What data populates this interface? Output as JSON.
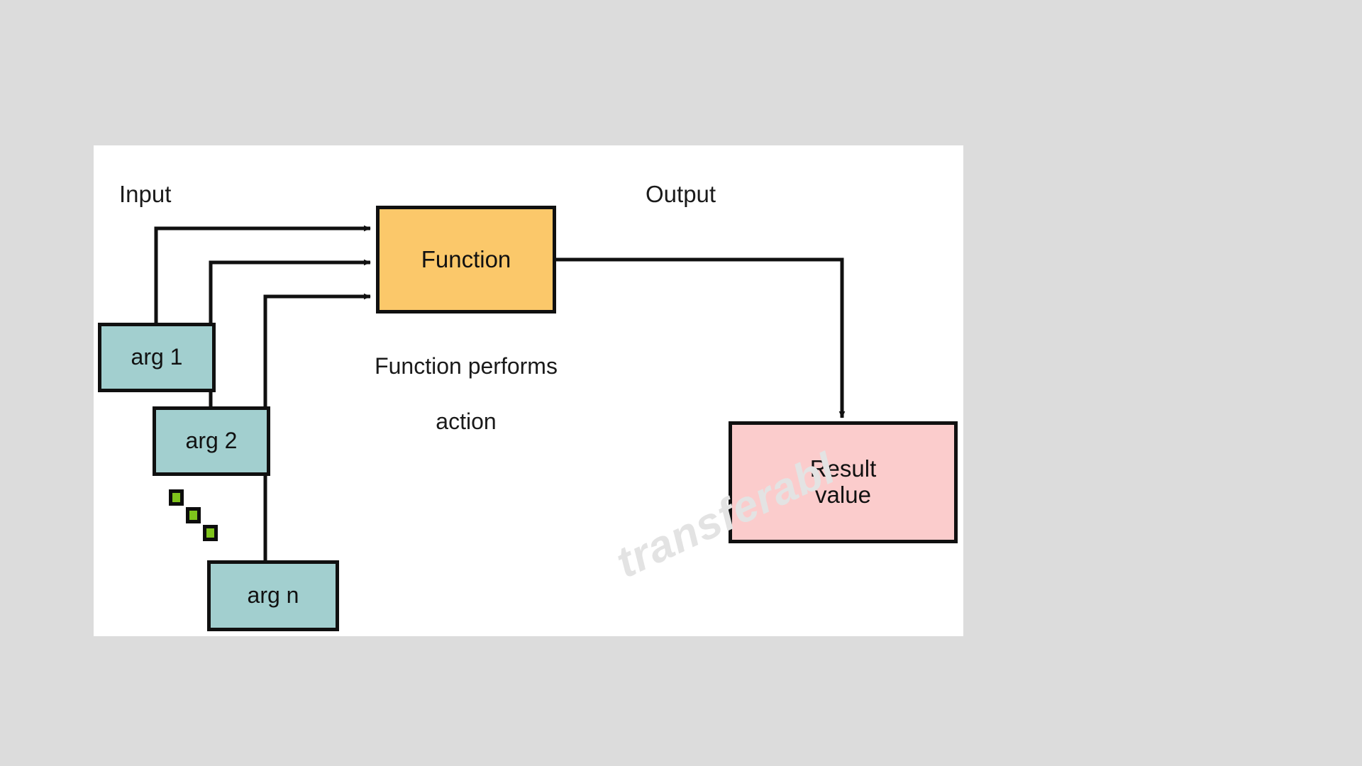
{
  "canvas": {
    "background": "#ffffff",
    "page_background": "#dcdcdc"
  },
  "labels": {
    "input": "Input",
    "output": "Output"
  },
  "nodes": {
    "function": {
      "label": "Function",
      "fill": "#fbc86a",
      "stroke": "#101010"
    },
    "result": {
      "label": "Result\nvalue",
      "line1": "Result",
      "line2": "value",
      "fill": "#fbcccc",
      "stroke": "#101010"
    },
    "args": [
      {
        "label": "arg 1",
        "fill": "#a2cfcf"
      },
      {
        "label": "arg 2",
        "fill": "#a2cfcf"
      },
      {
        "label": "arg n",
        "fill": "#a2cfcf"
      }
    ]
  },
  "caption": {
    "text": "Function performs\naction",
    "line1": "Function performs",
    "line2": "action"
  },
  "ellipsis": {
    "count": 3,
    "fill": "#7fc41c",
    "stroke": "#0d0d0d"
  },
  "watermark": {
    "text": "transferabl",
    "color": "#e3e3e3"
  },
  "connectors": {
    "arrow_color": "#101010",
    "arg1_to_function": "arg 1 → Function",
    "arg2_to_function": "arg 2 → Function",
    "argn_to_function": "arg n → Function",
    "function_to_result": "Function → Result value"
  },
  "chart_data": {
    "type": "diagram",
    "title": "Function input/output flow",
    "nodes": [
      {
        "id": "arg1",
        "label": "arg 1",
        "group": "input",
        "fill": "#a2cfcf"
      },
      {
        "id": "arg2",
        "label": "arg 2",
        "group": "input",
        "fill": "#a2cfcf"
      },
      {
        "id": "argn",
        "label": "arg n",
        "group": "input",
        "fill": "#a2cfcf"
      },
      {
        "id": "function",
        "label": "Function",
        "group": "process",
        "fill": "#fbc86a"
      },
      {
        "id": "result",
        "label": "Result value",
        "group": "output",
        "fill": "#fbcccc"
      }
    ],
    "edges": [
      {
        "from": "arg1",
        "to": "function"
      },
      {
        "from": "arg2",
        "to": "function"
      },
      {
        "from": "argn",
        "to": "function"
      },
      {
        "from": "function",
        "to": "result"
      }
    ],
    "annotations": [
      "Input",
      "Output",
      "Function performs action"
    ]
  }
}
